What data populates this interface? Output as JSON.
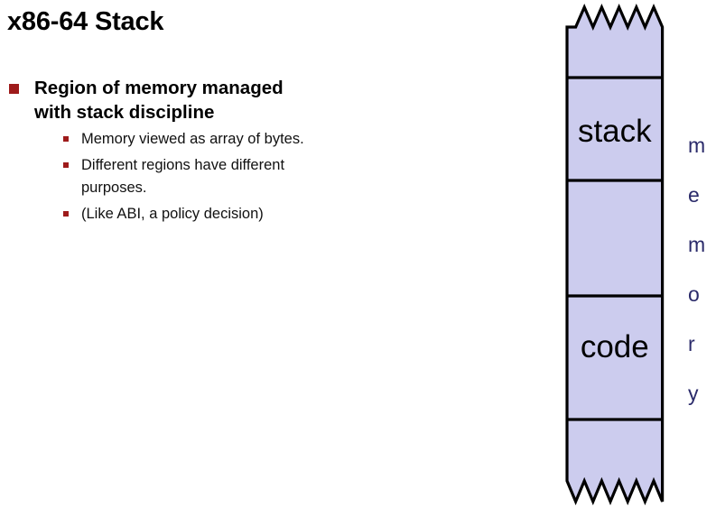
{
  "slide": {
    "title": "x86-64 Stack"
  },
  "bullets": [
    {
      "marker": "square-bullet-red",
      "text": "Region of memory managed with stack discipline",
      "children": [
        {
          "marker": "small-square-bullet-red",
          "text": "Memory viewed as array of bytes."
        },
        {
          "marker": "small-square-bullet-red",
          "text": "Different regions have different purposes."
        },
        {
          "marker": "small-square-bullet-red",
          "text": "(Like ABI, a policy decision)"
        }
      ]
    }
  ],
  "diagram": {
    "name": "memory-layout-diagram",
    "fill_color": "#CCCCEE",
    "stroke_color": "#000000",
    "segments": [
      {
        "label": "",
        "name": "top-unlabeled-region"
      },
      {
        "label": "stack",
        "name": "stack-region"
      },
      {
        "label": "",
        "name": "middle-unlabeled-region"
      },
      {
        "label": "code",
        "name": "code-region"
      },
      {
        "label": "",
        "name": "bottom-unlabeled-region"
      }
    ],
    "labels": {
      "stack": "stack",
      "code": "code"
    },
    "caption": {
      "text": "memory",
      "color": "#2A2A6A",
      "letters": [
        "m",
        "e",
        "m",
        "o",
        "r",
        "y"
      ]
    }
  }
}
